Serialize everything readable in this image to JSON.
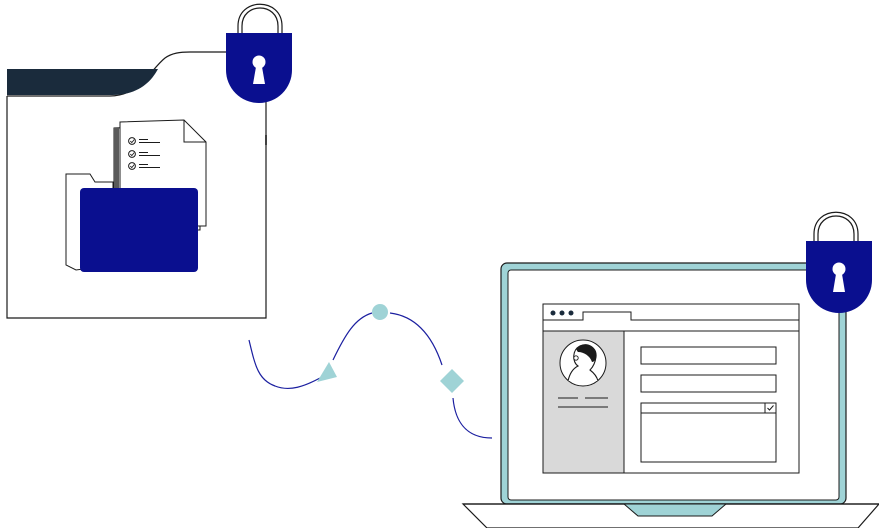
{
  "illustration": {
    "theme": "secure-data-transfer",
    "icons": [
      "folder-window",
      "document-checklist",
      "folder",
      "padlock",
      "laptop",
      "browser-window",
      "avatar",
      "form-fields",
      "checkbox"
    ],
    "colors": {
      "navy": "#0a0f8f",
      "dark_header": "#1a2b3c",
      "teal": "#9fd3d6",
      "teal_dark": "#7ec5c9",
      "outline": "#1b1b1b",
      "panel_gray": "#d9d9d9",
      "path_line": "#1b1fa0"
    }
  }
}
